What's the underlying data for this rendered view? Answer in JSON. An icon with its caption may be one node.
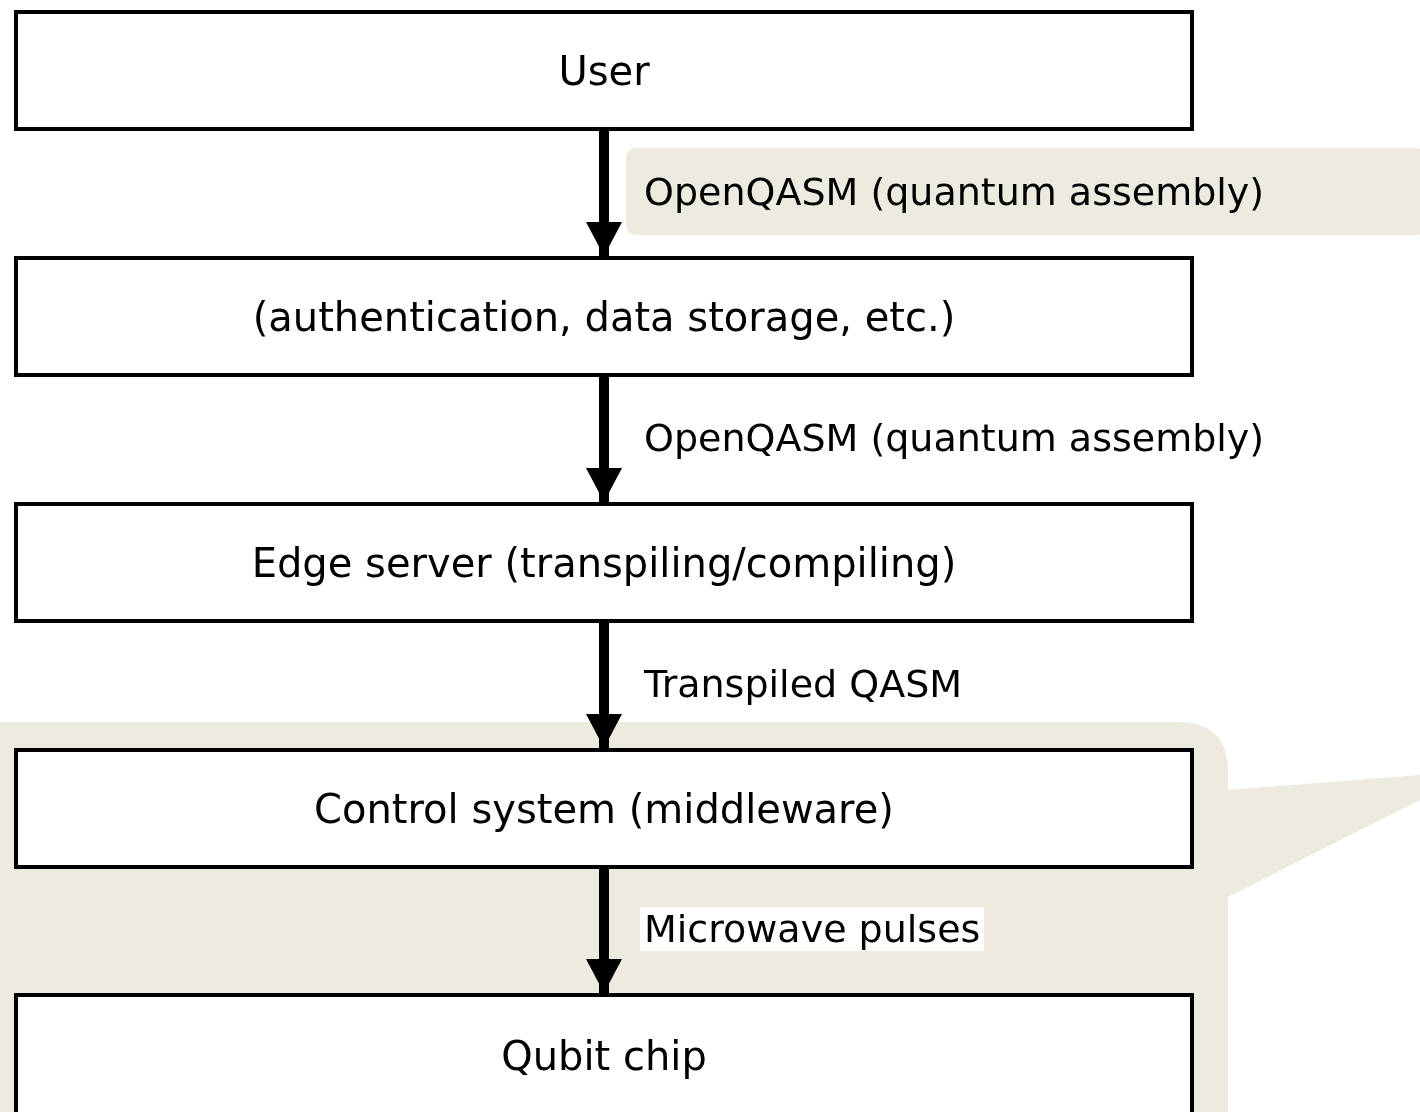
{
  "diagram": {
    "nodes": [
      {
        "text": [
          "User"
        ]
      },
      {
        "text": [
          "(authentication, data storage, etc.)"
        ]
      },
      {
        "text": [
          "Edge server (transpiling/compiling)"
        ]
      },
      {
        "text": [
          "Control system (middleware)"
        ]
      },
      {
        "text": [
          "Qubit chip"
        ]
      }
    ],
    "edges": [
      {
        "from": 0,
        "to": 1,
        "arrow": "to",
        "label": "OpenQASM (quantum assembly)"
      },
      {
        "from": 1,
        "to": 2,
        "arrow": "to",
        "label": "OpenQASM (quantum assembly)"
      },
      {
        "from": 2,
        "to": 3,
        "arrow": "to",
        "label": "Transpiled QASM"
      },
      {
        "from": 3,
        "to": 4,
        "arrow": "to",
        "label": "Microwave pulses"
      }
    ]
  }
}
